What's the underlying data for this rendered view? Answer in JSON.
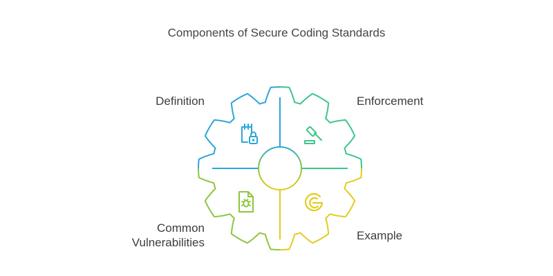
{
  "title": "Components of Secure Coding Standards",
  "segments": [
    {
      "id": "definition",
      "label": "Definition",
      "icon": "notepad-lock-icon",
      "color": "#2aa6d8"
    },
    {
      "id": "enforcement",
      "label": "Enforcement",
      "icon": "gavel-icon",
      "color": "#3cc58a"
    },
    {
      "id": "common_vulnerabilities",
      "label_line1": "Common",
      "label_line2": "Vulnerabilities",
      "icon": "bug-file-icon",
      "color": "#8cc63e"
    },
    {
      "id": "example",
      "label": "Example",
      "icon": "google-icon",
      "color": "#e1cc1d"
    }
  ]
}
